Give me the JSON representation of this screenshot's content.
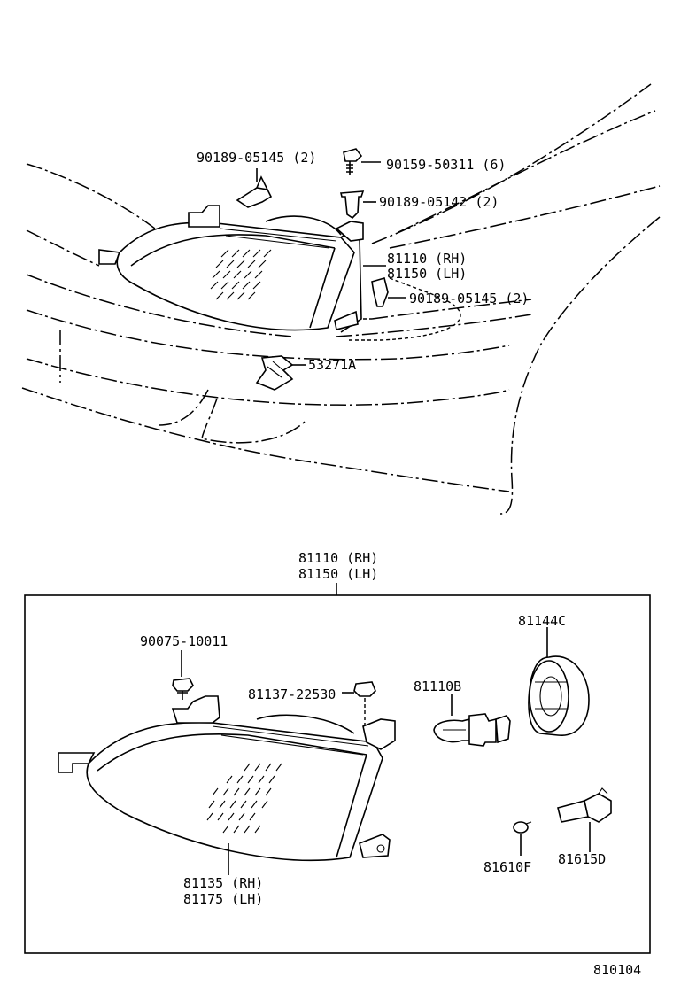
{
  "labels": {
    "upper_90189_05145_a": "90189-05145 (2)",
    "upper_90159_50311": "90159-50311 (6)",
    "upper_90189_05142": "90189-05142 (2)",
    "upper_81110_rh": "81110 (RH)",
    "upper_81150_lh": "81150 (LH)",
    "upper_90189_05145_b": "90189-05145 (2)",
    "upper_53271a": "53271A",
    "lower_81110_rh": "81110 (RH)",
    "lower_81150_lh": "81150 (LH)",
    "lower_90075_10011": "90075-10011",
    "lower_81137_22530": "81137-22530",
    "lower_81110b": "81110B",
    "lower_81144c": "81144C",
    "lower_81135_rh": "81135 (RH)",
    "lower_81175_lh": "81175 (LH)",
    "lower_81610f": "81610F",
    "lower_81615d": "81615D"
  },
  "figure_code": "810104"
}
